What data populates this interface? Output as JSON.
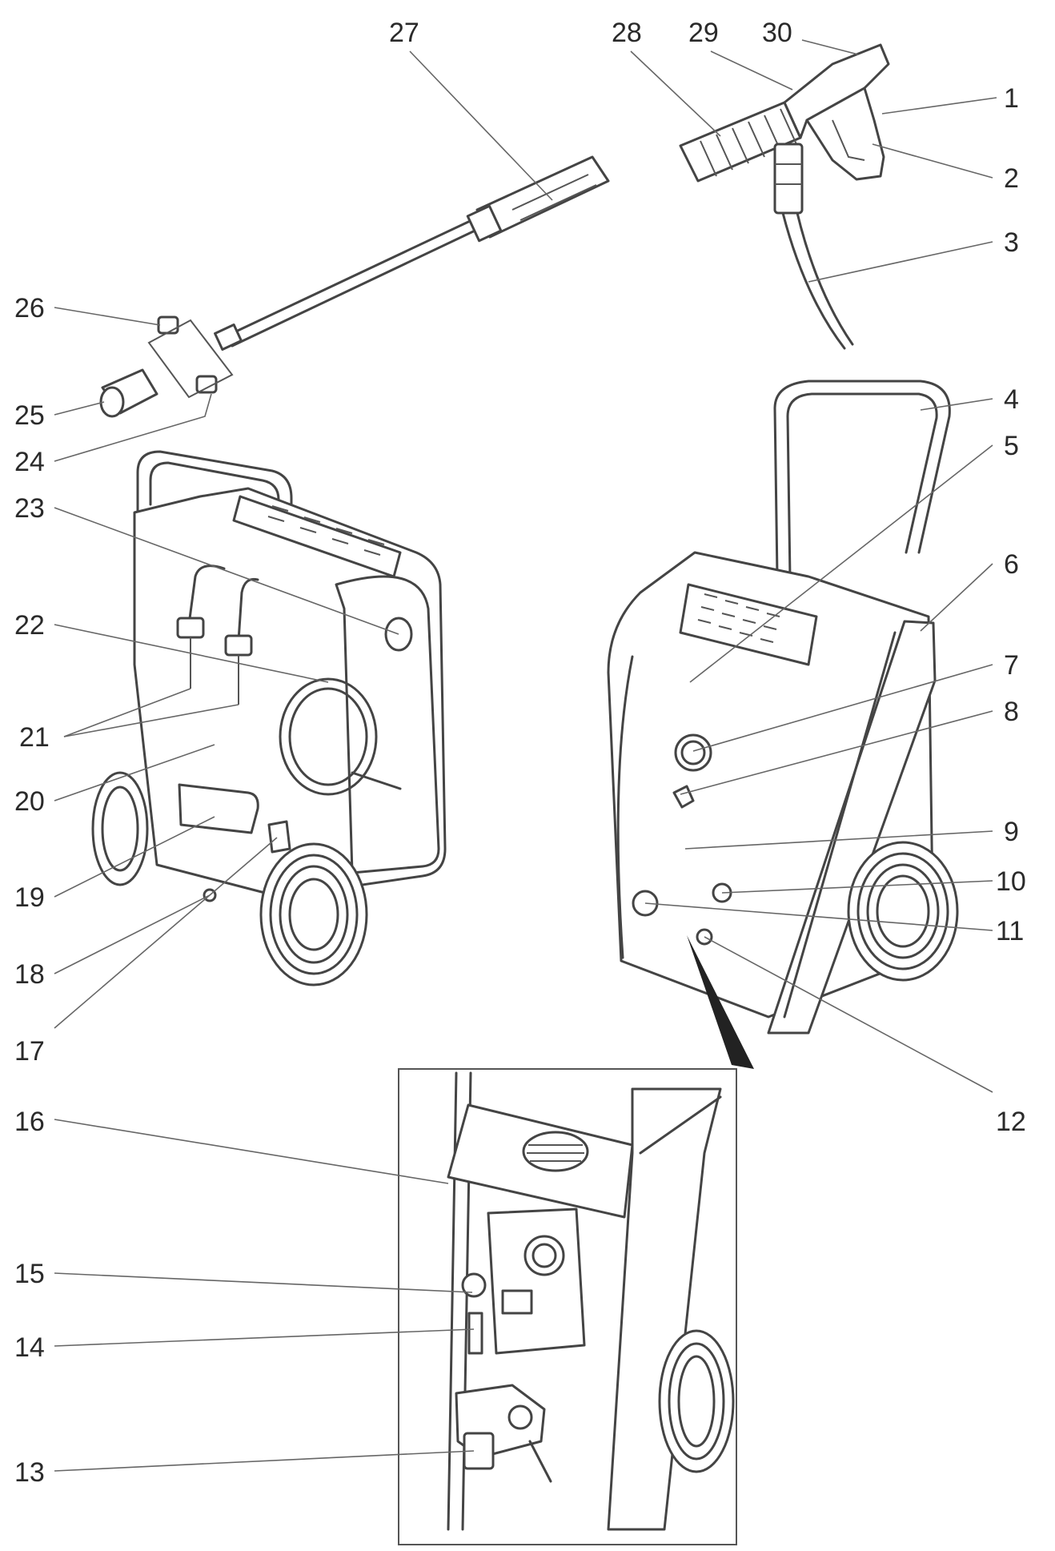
{
  "callouts": [
    {
      "id": "1",
      "label": "1"
    },
    {
      "id": "2",
      "label": "2"
    },
    {
      "id": "3",
      "label": "3"
    },
    {
      "id": "4",
      "label": "4"
    },
    {
      "id": "5",
      "label": "5"
    },
    {
      "id": "6",
      "label": "6"
    },
    {
      "id": "7",
      "label": "7"
    },
    {
      "id": "8",
      "label": "8"
    },
    {
      "id": "9",
      "label": "9"
    },
    {
      "id": "10",
      "label": "10"
    },
    {
      "id": "11",
      "label": "11"
    },
    {
      "id": "12",
      "label": "12"
    },
    {
      "id": "13",
      "label": "13"
    },
    {
      "id": "14",
      "label": "14"
    },
    {
      "id": "15",
      "label": "15"
    },
    {
      "id": "16",
      "label": "16"
    },
    {
      "id": "17",
      "label": "17"
    },
    {
      "id": "18",
      "label": "18"
    },
    {
      "id": "19",
      "label": "19"
    },
    {
      "id": "20",
      "label": "20"
    },
    {
      "id": "21",
      "label": "21"
    },
    {
      "id": "22",
      "label": "22"
    },
    {
      "id": "23",
      "label": "23"
    },
    {
      "id": "24",
      "label": "24"
    },
    {
      "id": "25",
      "label": "25"
    },
    {
      "id": "26",
      "label": "26"
    },
    {
      "id": "27",
      "label": "27"
    },
    {
      "id": "28",
      "label": "28"
    },
    {
      "id": "29",
      "label": "29"
    },
    {
      "id": "30",
      "label": "30"
    }
  ],
  "colors": {
    "line": "#444444",
    "text": "#2a2a2a",
    "background": "#ffffff"
  }
}
